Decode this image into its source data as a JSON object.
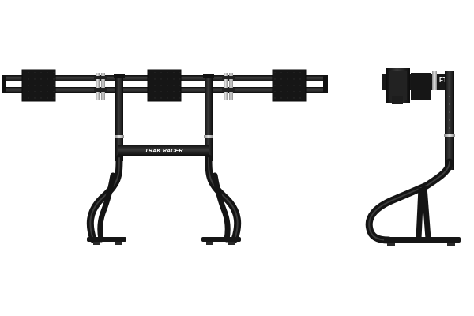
{
  "product": {
    "brand_label": "TRAK RACER",
    "side_label": "FT"
  },
  "colors": {
    "background": "#ffffff",
    "frame": "#1b1b1b",
    "frame_highlight": "#3a3a3a",
    "clamp_silver": "#c9c9c9"
  },
  "views": [
    "front-view",
    "side-view"
  ]
}
